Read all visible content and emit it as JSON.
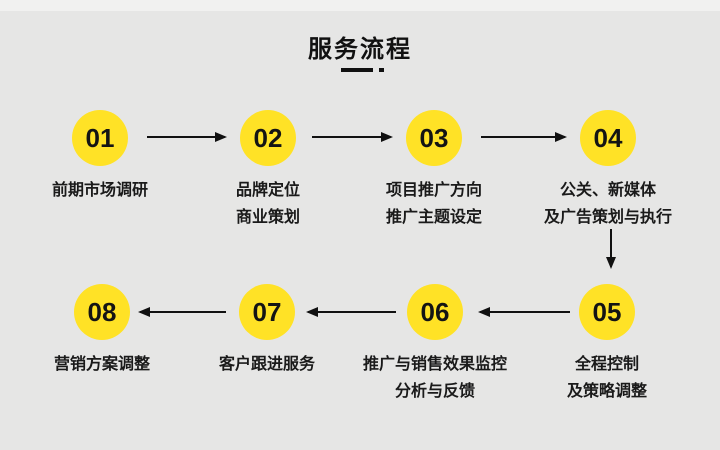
{
  "title": "服务流程",
  "colors": {
    "background": "#e6e6e5",
    "top_strip": "#f1f1f0",
    "circle_fill": "#ffe226",
    "text": "#1a1a1a",
    "arrow": "#111111"
  },
  "steps": [
    {
      "number": "01",
      "label_lines": [
        "前期市场调研"
      ]
    },
    {
      "number": "02",
      "label_lines": [
        "品牌定位",
        "商业策划"
      ]
    },
    {
      "number": "03",
      "label_lines": [
        "项目推广方向",
        "推广主题设定"
      ]
    },
    {
      "number": "04",
      "label_lines": [
        "公关、新媒体",
        "及广告策划与执行"
      ]
    },
    {
      "number": "05",
      "label_lines": [
        "全程控制",
        "及策略调整"
      ]
    },
    {
      "number": "06",
      "label_lines": [
        "推广与销售效果监控",
        "分析与反馈"
      ]
    },
    {
      "number": "07",
      "label_lines": [
        "客户跟进服务"
      ]
    },
    {
      "number": "08",
      "label_lines": [
        "营销方案调整"
      ]
    }
  ]
}
